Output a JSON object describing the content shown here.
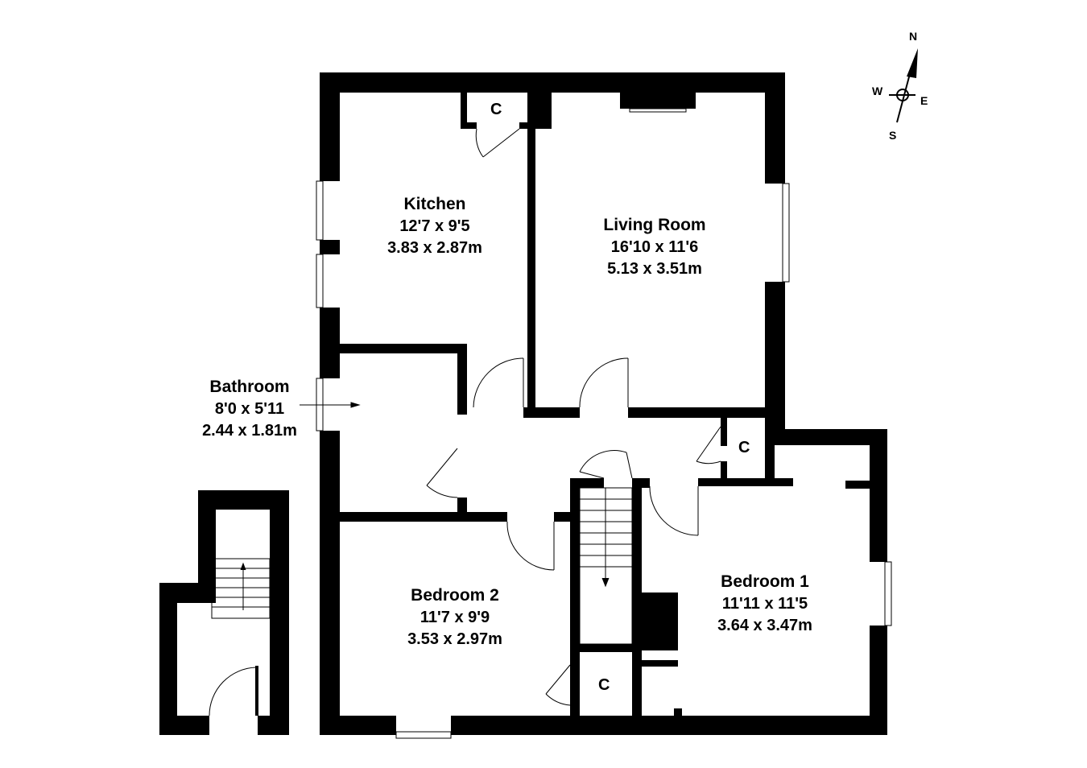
{
  "rooms": {
    "kitchen": {
      "name": "Kitchen",
      "imperial": "12'7 x 9'5",
      "metric": "3.83 x 2.87m"
    },
    "living_room": {
      "name": "Living Room",
      "imperial": "16'10 x 11'6",
      "metric": "5.13 x 3.51m"
    },
    "bathroom": {
      "name": "Bathroom",
      "imperial": "8'0 x 5'11",
      "metric": "2.44 x 1.81m"
    },
    "bedroom_2": {
      "name": "Bedroom 2",
      "imperial": "11'7 x 9'9",
      "metric": "3.53 x 2.97m"
    },
    "bedroom_1": {
      "name": "Bedroom 1",
      "imperial": "11'11 x 11'5",
      "metric": "3.64 x 3.47m"
    }
  },
  "cupboard_label": "C",
  "compass": {
    "n": "N",
    "s": "S",
    "e": "E",
    "w": "W"
  },
  "colors": {
    "wall": "#000000",
    "background": "#ffffff",
    "line": "#000000"
  }
}
